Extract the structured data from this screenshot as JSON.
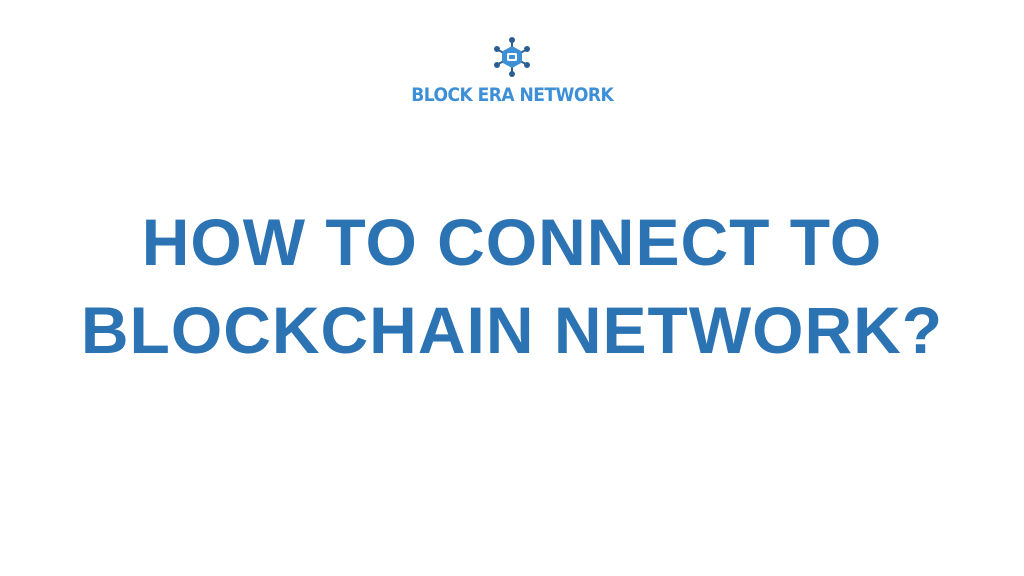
{
  "brand": {
    "name": "BLOCK ERA NETWORK",
    "icon": "blockchain-network-icon",
    "colors": {
      "primary": "#3d8fd6",
      "dark": "#2b5f8f"
    }
  },
  "headline": {
    "line1": "HOW TO CONNECT TO",
    "line2": "BLOCKCHAIN NETWORK?",
    "color": "#2b73b3"
  },
  "background": "#ffffff"
}
